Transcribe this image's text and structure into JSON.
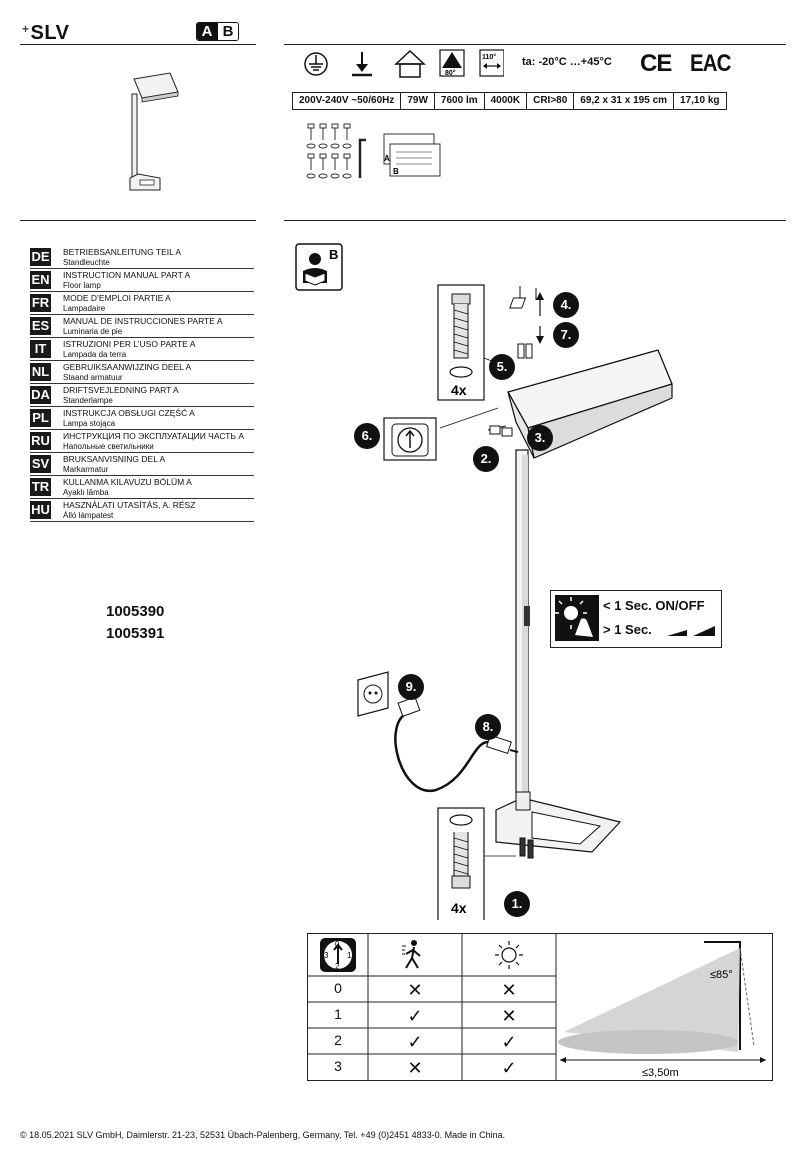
{
  "brand": {
    "name": "SLV",
    "part_a": "A",
    "part_b": "B"
  },
  "icons": [
    "ground-icon",
    "mounting-icon",
    "indoor-icon",
    "beam-80-icon",
    "beam-110-icon"
  ],
  "beam_labels": {
    "b80": "80°",
    "b110": "110°"
  },
  "temperature": "ta: -20°C …+45°C",
  "marks": {
    "ce": "CE",
    "eac": "EAC"
  },
  "specs": [
    "200V-240V ~50/60Hz",
    "79W",
    "7600 lm",
    "4000K",
    "CRI>80",
    "69,2 x 31 x 195 cm",
    "17,10 kg"
  ],
  "manual_labels": {
    "a": "A",
    "b": "B"
  },
  "languages": [
    {
      "code": "DE",
      "title": "BETRIEBSANLEITUNG TEIL A",
      "sub": "Standleuchte"
    },
    {
      "code": "EN",
      "title": "INSTRUCTION MANUAL PART A",
      "sub": "Floor lamp"
    },
    {
      "code": "FR",
      "title": "MODE D’EMPLOI PARTIE A",
      "sub": "Lampadaire"
    },
    {
      "code": "ES",
      "title": "MANUAL DE INSTRUCCIONES PARTE A",
      "sub": "Luminaria de pie"
    },
    {
      "code": "IT",
      "title": "ISTRUZIONI PER L’USO PARTE A",
      "sub": "Lampada da terra"
    },
    {
      "code": "NL",
      "title": "GEBRUIKSAANWIJZING DEEL A",
      "sub": "Staand armatuur"
    },
    {
      "code": "DA",
      "title": "DRIFTSVEJLEDNING PART A",
      "sub": "Standerlampe"
    },
    {
      "code": "PL",
      "title": "INSTRUKCJA OBSŁUGI CZĘŚĆ A",
      "sub": "Lampa stojąca"
    },
    {
      "code": "RU",
      "title": "ИНСТРУКЦИЯ ПО ЭКСПЛУАТАЦИИ ЧАСТЬ А",
      "sub": "Напольные светильники"
    },
    {
      "code": "SV",
      "title": "BRUKSANVISNING DEL A",
      "sub": "Markarmatur"
    },
    {
      "code": "TR",
      "title": "KULLANMA KILAVUZU BÖLÜM A",
      "sub": "Ayaklı lâmba"
    },
    {
      "code": "HU",
      "title": "HASZNÁLATI UTASÍTÁS, A. RÉSZ",
      "sub": "Álló lámpatest"
    }
  ],
  "article_numbers": [
    "1005390",
    "1005391"
  ],
  "steps": [
    "1.",
    "2.",
    "3.",
    "4.",
    "5.",
    "6.",
    "7.",
    "8.",
    "9."
  ],
  "counts": {
    "top": "4x",
    "bottom": "4x"
  },
  "part_b_label": "B",
  "sensor": {
    "short": "< 1 Sec. ON/OFF",
    "long": "> 1 Sec."
  },
  "dial_labels": {
    "d0": "0",
    "d1": "1",
    "d2": "2",
    "d3": "3"
  },
  "table": {
    "rows": [
      {
        "mode": "0",
        "motion": "✕",
        "daylight": "✕"
      },
      {
        "mode": "1",
        "motion": "✓",
        "daylight": "✕"
      },
      {
        "mode": "2",
        "motion": "✓",
        "daylight": "✓"
      },
      {
        "mode": "3",
        "motion": "✕",
        "daylight": "✓"
      }
    ],
    "angle": "≤85°",
    "distance": "≤3,50m"
  },
  "footer": "© 18.05.2021 SLV GmbH, Daimlerstr. 21-23, 52531 Übach-Palenberg, Germany, Tel. +49 (0)2451 4833-0. Made in China."
}
